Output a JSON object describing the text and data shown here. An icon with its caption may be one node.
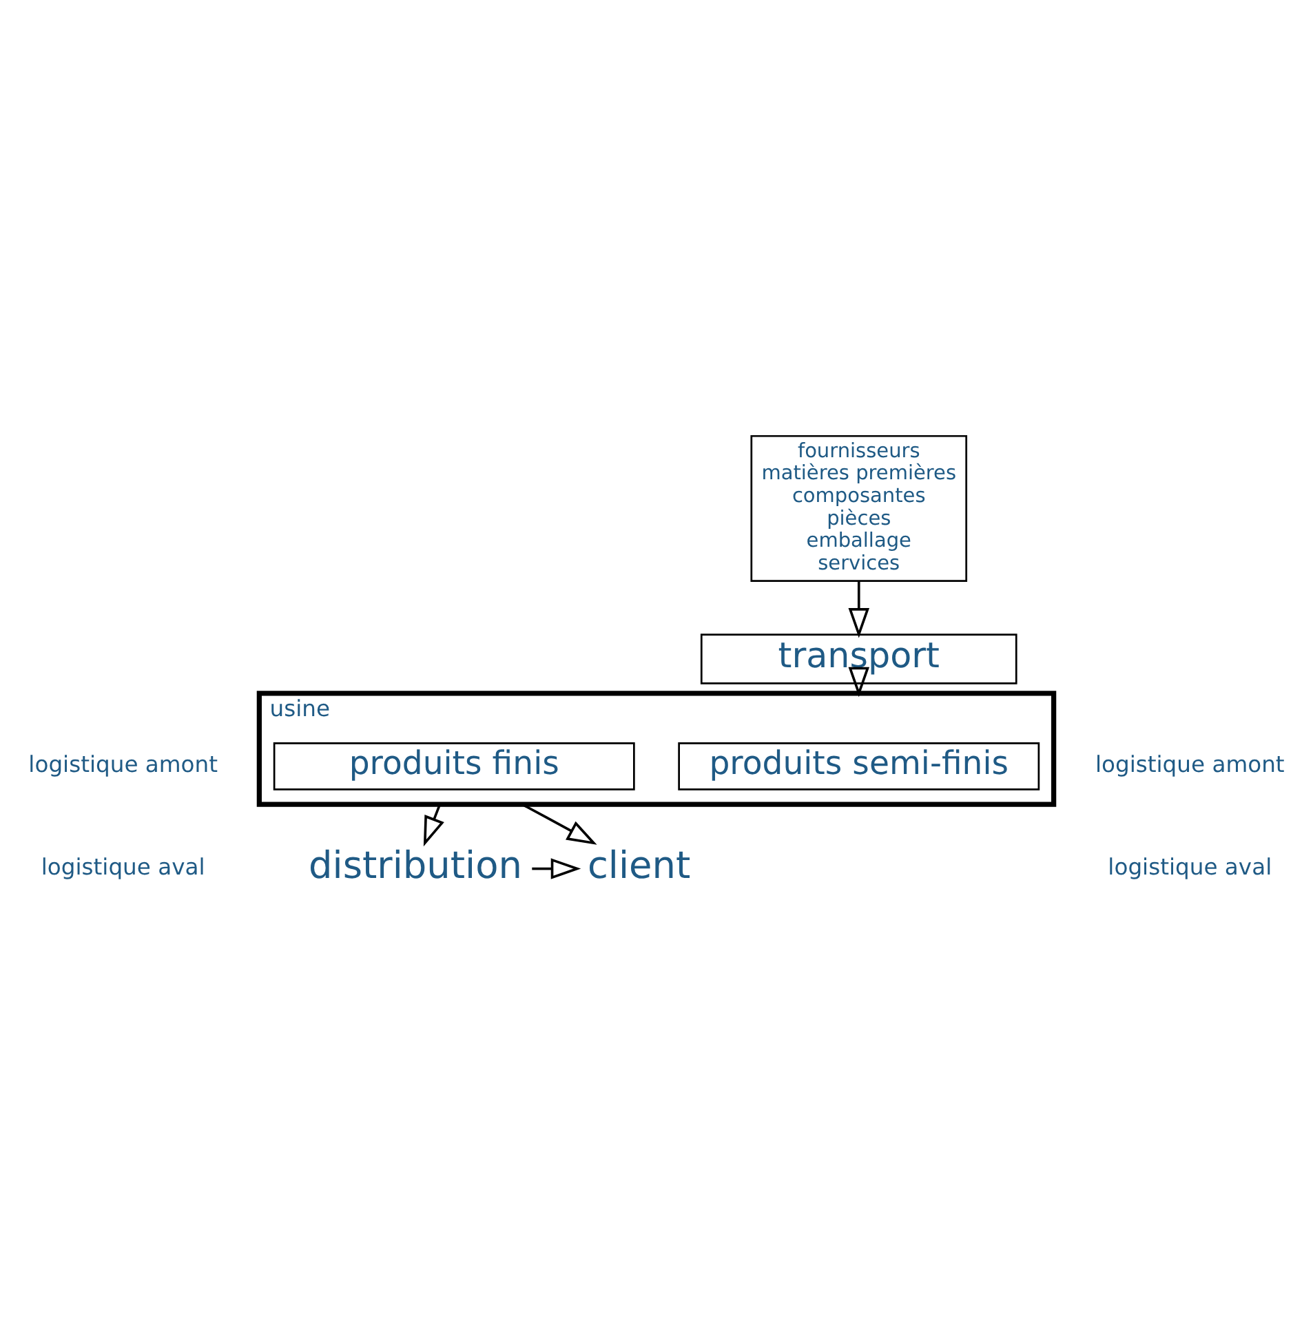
{
  "diagram": {
    "nodes": [
      {
        "text": [
          "fournisseurs",
          "matières premières",
          "composantes",
          "pièces",
          "emballage",
          "services"
        ]
      },
      {
        "text": [
          "transport"
        ]
      },
      {
        "text": [
          "usine"
        ]
      },
      {
        "text": [
          "produits semi-finis"
        ],
        "in": 2
      },
      {
        "text": [
          "produits finis"
        ],
        "in": 2
      },
      {
        "text": [
          "distribution"
        ]
      },
      {
        "text": [
          "client"
        ]
      }
    ],
    "edges": [
      {
        "from": 0,
        "to": 1,
        "arrow": "to"
      },
      {
        "from": 1,
        "to": 2,
        "arrow": "to"
      },
      {
        "from": 2,
        "to": 5,
        "arrow": "to"
      },
      {
        "from": 2,
        "to": 6,
        "arrow": "to"
      },
      {
        "from": 5,
        "to": 6,
        "arrow": "to"
      }
    ],
    "labels": [
      "logistique amont",
      "logistique amont",
      "logistique aval",
      "logistique aval"
    ]
  }
}
